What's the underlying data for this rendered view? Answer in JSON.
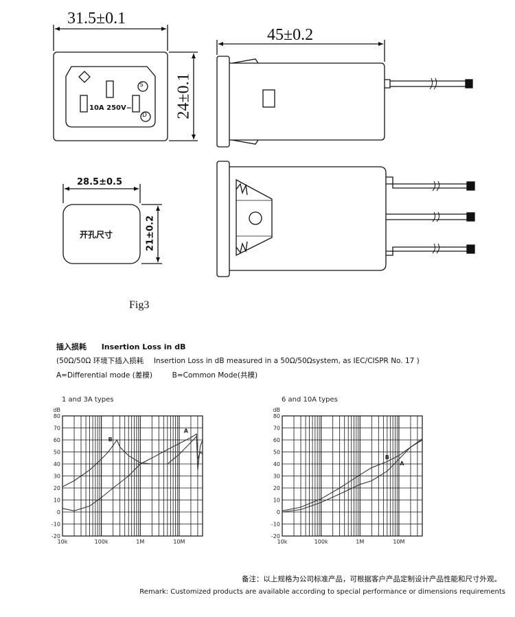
{
  "drawing": {
    "front_width": "31.5±0.1",
    "front_height": "24±0.1",
    "side_length": "45±0.2",
    "cutout_width": "28.5±0.5",
    "cutout_height": "21±0.2",
    "cutout_label": "开孔尺寸",
    "socket_rating": "10A 250V~",
    "symbol_s": "S",
    "symbol_d": "D",
    "fig_caption": "Fig3"
  },
  "insertion": {
    "title_cn": "插入损耗",
    "title_en": "Insertion Loss in dB",
    "line2_pre": "(50Ω/50Ω 环境下插入损耗",
    "line2_post": "Insertion Loss in dB measured in a 50Ω/50Ωsystem, as IEC/CISPR No. 17 )",
    "modes_a": "A=Differential mode (差模)",
    "modes_b": "B=Common Mode(共模)"
  },
  "remark": {
    "cn": "备注：以上规格为公司标准产品，可根据客户产品定制设计产品性能和尺寸外观。",
    "en": "Remark: Customized products are available according to special performance or dimensions requirements"
  },
  "chart_data": [
    {
      "type": "line",
      "title": "1 and 3A types",
      "ylabel": "dB",
      "ylim": [
        -20,
        80
      ],
      "xscale": "log",
      "xlim": [
        10000,
        40000000
      ],
      "y_ticks": [
        80,
        70,
        60,
        50,
        40,
        30,
        20,
        10,
        0,
        -10,
        -20
      ],
      "x_ticks": [
        {
          "label": "10k",
          "value": 10000
        },
        {
          "label": "100k",
          "value": 100000
        },
        {
          "label": "1M",
          "value": 1000000
        },
        {
          "label": "10M",
          "value": 10000000
        }
      ],
      "grid": true,
      "series": [
        {
          "name": "A",
          "points": [
            [
              10000,
              3
            ],
            [
              20000,
              1
            ],
            [
              50000,
              5
            ],
            [
              100000,
              12
            ],
            [
              200000,
              20
            ],
            [
              500000,
              30
            ],
            [
              1000000,
              40
            ],
            [
              2000000,
              45
            ],
            [
              5000000,
              52
            ],
            [
              10000000,
              57
            ],
            [
              20000000,
              62
            ],
            [
              28000000,
              65
            ],
            [
              30000000,
              35
            ],
            [
              35000000,
              55
            ],
            [
              40000000,
              60
            ]
          ]
        },
        {
          "name": "B",
          "points": [
            [
              10000,
              21
            ],
            [
              20000,
              26
            ],
            [
              50000,
              35
            ],
            [
              100000,
              44
            ],
            [
              150000,
              50
            ],
            [
              230000,
              58
            ],
            [
              250000,
              60
            ],
            [
              300000,
              54
            ],
            [
              500000,
              47
            ],
            [
              1000000,
              41
            ],
            [
              2000000,
              40
            ],
            [
              5000000,
              40
            ],
            [
              10000000,
              48
            ],
            [
              20000000,
              58
            ],
            [
              28000000,
              63
            ],
            [
              30000000,
              44
            ],
            [
              35000000,
              50
            ],
            [
              40000000,
              48
            ]
          ]
        }
      ]
    },
    {
      "type": "line",
      "title": "6 and 10A types",
      "ylabel": "dB",
      "ylim": [
        -20,
        80
      ],
      "xscale": "log",
      "xlim": [
        10000,
        40000000
      ],
      "y_ticks": [
        80,
        70,
        60,
        50,
        40,
        30,
        20,
        10,
        0,
        -10,
        -20
      ],
      "x_ticks": [
        {
          "label": "10k",
          "value": 10000
        },
        {
          "label": "100k",
          "value": 100000
        },
        {
          "label": "1M",
          "value": 1000000
        },
        {
          "label": "10M",
          "value": 10000000
        }
      ],
      "grid": true,
      "series": [
        {
          "name": "A",
          "points": [
            [
              10000,
              0
            ],
            [
              30000,
              2
            ],
            [
              100000,
              8
            ],
            [
              300000,
              15
            ],
            [
              1000000,
              23
            ],
            [
              2000000,
              26
            ],
            [
              5000000,
              34
            ],
            [
              10000000,
              44
            ],
            [
              20000000,
              54
            ],
            [
              40000000,
              61
            ]
          ]
        },
        {
          "name": "B",
          "points": [
            [
              10000,
              1
            ],
            [
              30000,
              4
            ],
            [
              100000,
              11
            ],
            [
              300000,
              20
            ],
            [
              1000000,
              31
            ],
            [
              2000000,
              37
            ],
            [
              5000000,
              42
            ],
            [
              10000000,
              47
            ],
            [
              20000000,
              54
            ],
            [
              40000000,
              60
            ]
          ]
        }
      ]
    }
  ]
}
